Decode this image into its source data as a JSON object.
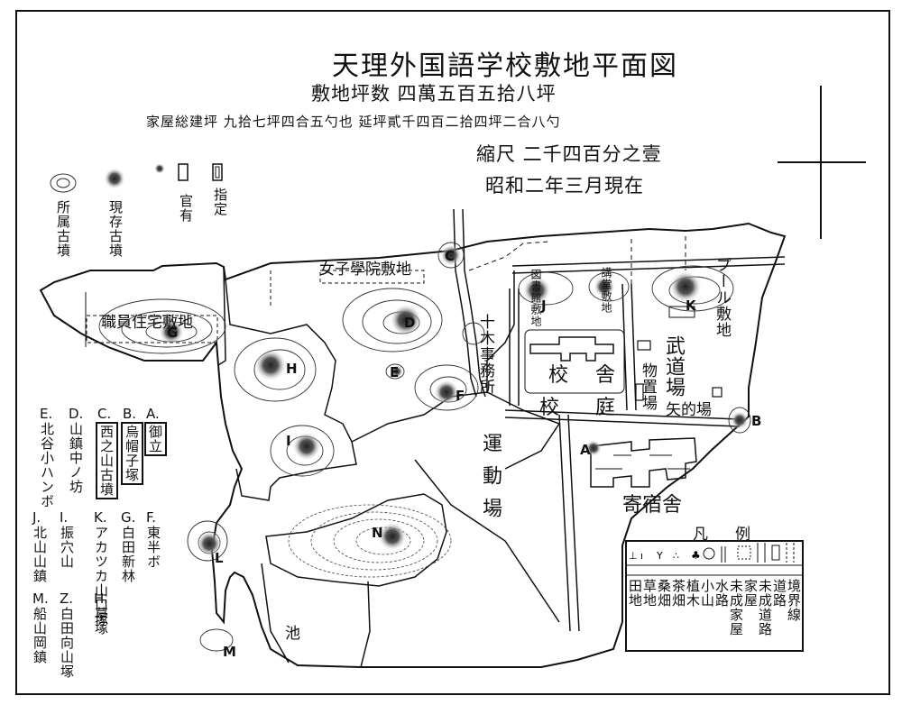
{
  "title": "天理外国語学校敷地平面図",
  "subtitle": "敷地坪数 四萬五百五拾八坪",
  "building_area": "家屋総建坪 九拾七坪四合五勺也 延坪貳千四百二拾四坪二合八勺",
  "scale": "縮尺 二千四百分之壹",
  "date": "昭和二年三月現在",
  "symbol_legend": {
    "labels": [
      "所属古墳",
      "現存古墳",
      "官有",
      "指定"
    ]
  },
  "map_labels": {
    "girls_school_land": "女子學院敷地",
    "staff_residence_land": "職員住宅敷地",
    "office": "十木事務所",
    "school_building": "校舎",
    "school_yard": "校庭",
    "martial_hall": "武道場",
    "storage": "物置場",
    "archery": "矢的場",
    "dormitory": "寄宿舎",
    "playground": "運動場",
    "pool_land": "プール敷地",
    "library_land": "図書館敷地",
    "lecture_land": "講堂敷地",
    "pond": "池"
  },
  "mound_letters": [
    "A",
    "B",
    "C",
    "D",
    "E",
    "F",
    "G",
    "H",
    "I",
    "J",
    "K",
    "L",
    "M",
    "N"
  ],
  "tomb_list": [
    {
      "id": "A.",
      "name": "御立"
    },
    {
      "id": "B.",
      "name": "烏帽子塚"
    },
    {
      "id": "C.",
      "name": "西之山古墳"
    },
    {
      "id": "D.",
      "name": "山鎮中ノ坊"
    },
    {
      "id": "E.",
      "name": "北谷小ハンボ"
    },
    {
      "id": "F.",
      "name": "東半ボ"
    },
    {
      "id": "G.",
      "name": "白田新林"
    },
    {
      "id": "K.",
      "name": "アカツカ山口塚"
    },
    {
      "id": "I.",
      "name": "振穴山"
    },
    {
      "id": "J.",
      "name": "北山山鎮"
    },
    {
      "id": "H.",
      "name": "草塚"
    },
    {
      "id": "Z.",
      "name": "白田向山塚"
    },
    {
      "id": "M.",
      "name": "船山岡鎮"
    }
  ],
  "legend": {
    "heading": "凡例",
    "items": [
      "境界線",
      "道路",
      "未成道路",
      "家屋",
      "未成家屋",
      "水路",
      "小山",
      "植木",
      "茶畑",
      "桑畑",
      "草地",
      "田地"
    ]
  }
}
